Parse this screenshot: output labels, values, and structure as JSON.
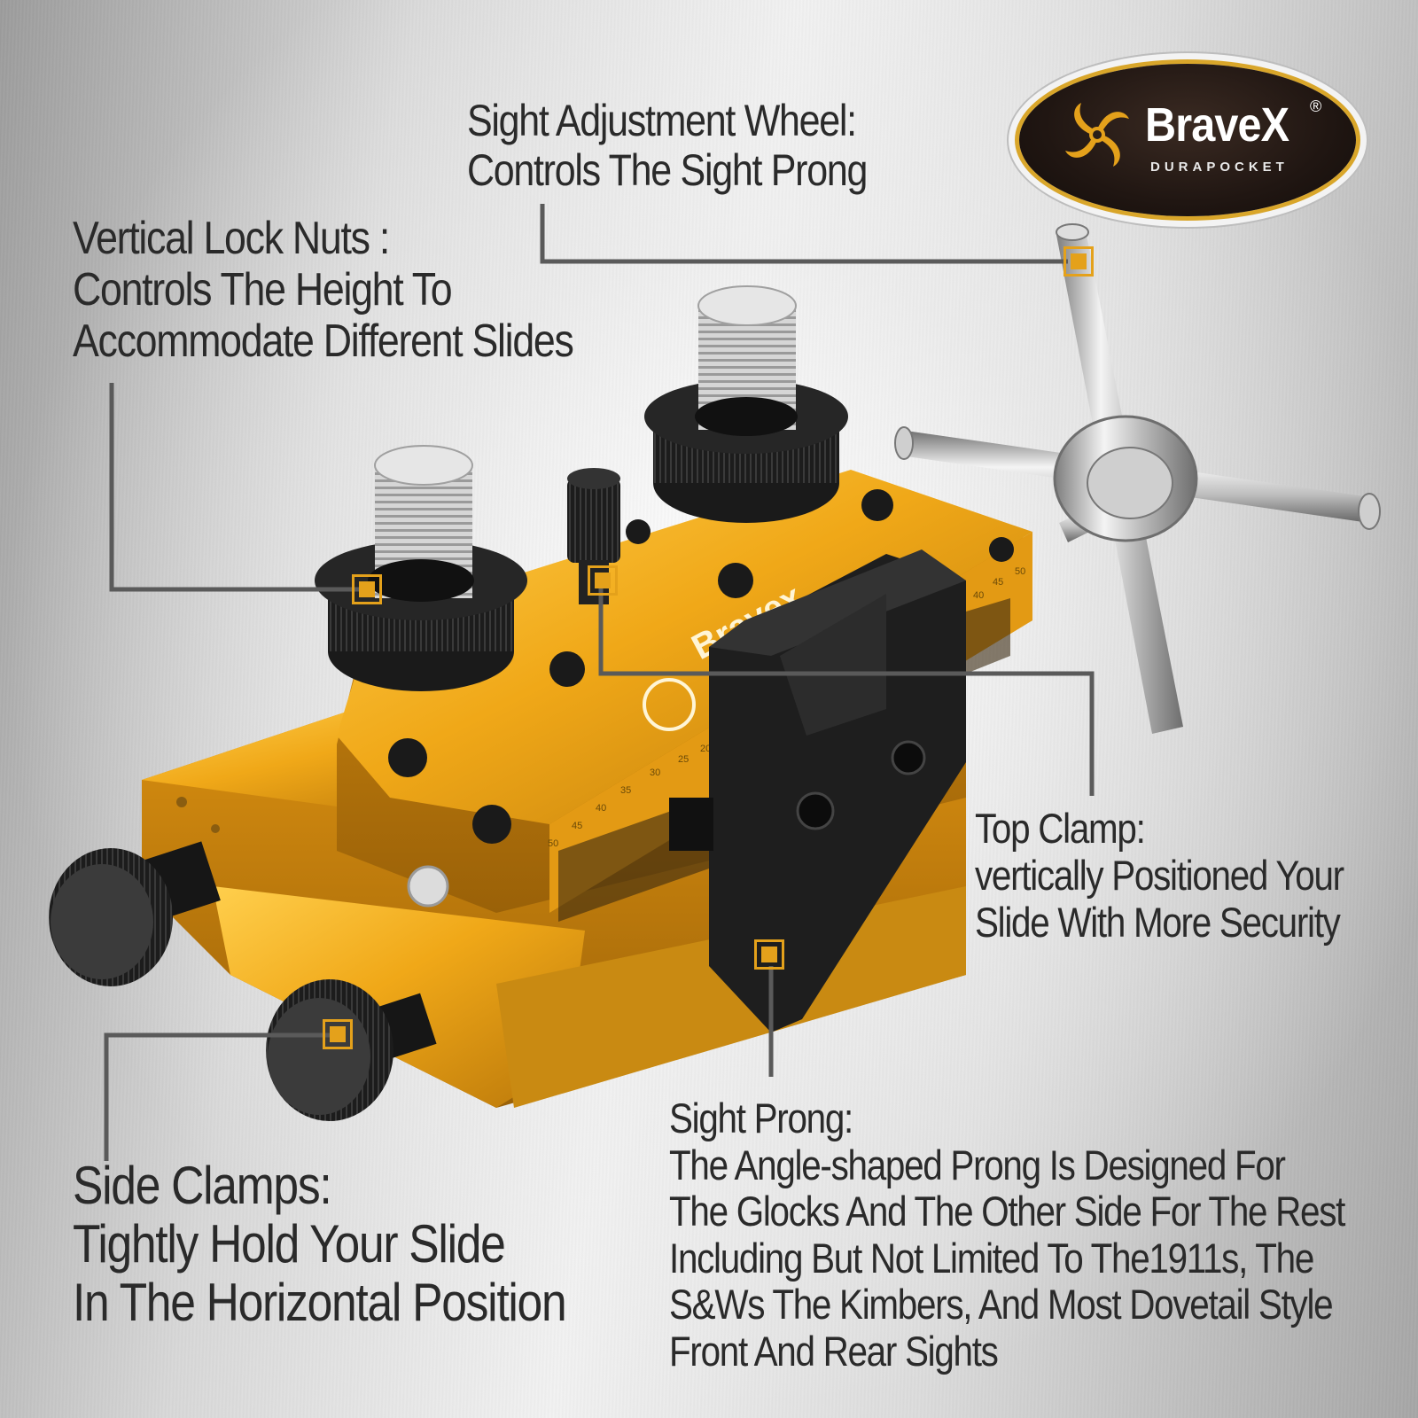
{
  "callouts": {
    "sight_adjustment_wheel": {
      "title": "Sight Adjustment Wheel:",
      "lines": [
        "Controls The Sight Prong"
      ]
    },
    "vertical_lock_nuts": {
      "title": "Vertical Lock Nuts :",
      "lines": [
        "Controls The Height To",
        "Accommodate Different Slides"
      ]
    },
    "top_clamp": {
      "title": "Top Clamp:",
      "lines": [
        "vertically Positioned Your",
        "Slide With More Security"
      ]
    },
    "side_clamps": {
      "title": "Side Clamps:",
      "lines": [
        "Tightly Hold Your Slide",
        "In The Horizontal Position"
      ]
    },
    "sight_prong": {
      "title": "Sight Prong:",
      "lines": [
        "The Angle-shaped Prong Is Designed For",
        "The Glocks And The Other Side For The Rest",
        "Including But Not Limited To The1911s, The",
        "S&Ws The Kimbers, And Most Dovetail Style",
        "Front And Rear Sights"
      ]
    }
  },
  "logo": {
    "brand": "BraveX",
    "registered": "®",
    "subtitle": "DURAPOCKET"
  },
  "tool": {
    "engraved_brand": "Bravex",
    "scale_marks": [
      "50",
      "45",
      "40",
      "35",
      "30",
      "25",
      "20"
    ],
    "scale_marks_right": [
      "50",
      "45",
      "40"
    ]
  },
  "colors": {
    "accent_gold": "#e4a11b",
    "tool_gold": "#f0a818",
    "text": "#2a2a2a",
    "leader_line": "#5a5a5a",
    "logo_dark": "#201612"
  }
}
